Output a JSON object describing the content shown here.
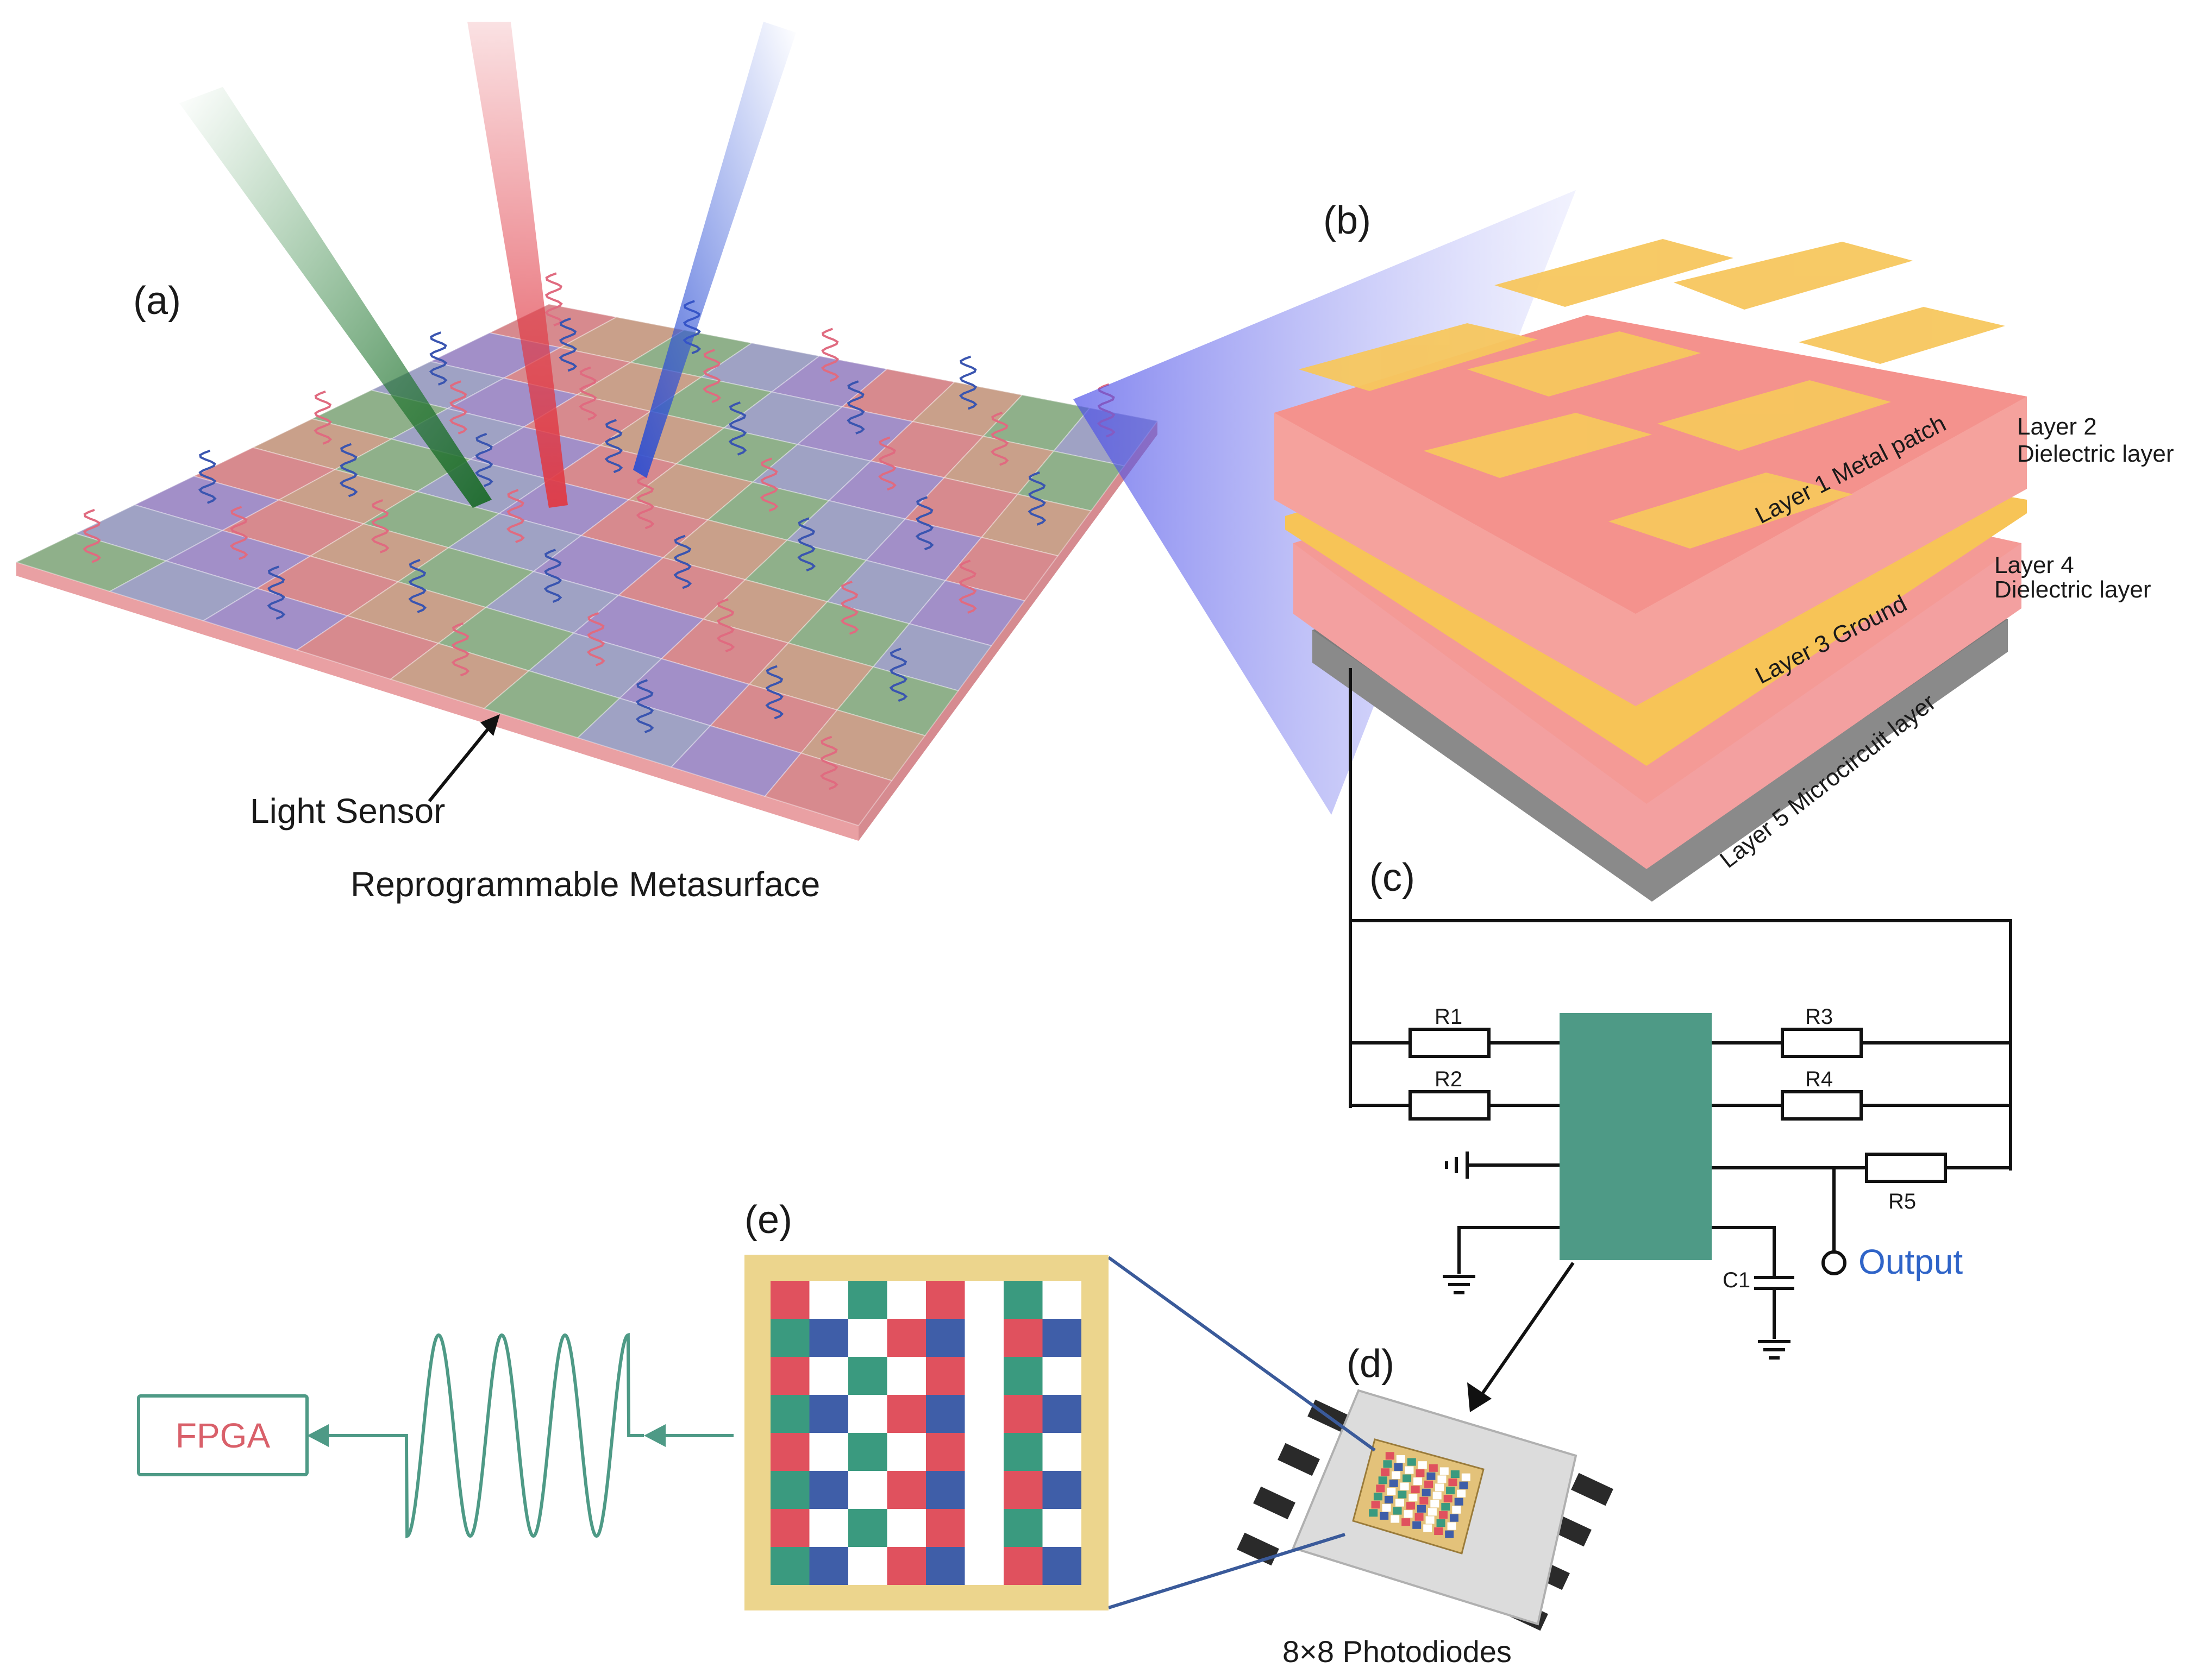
{
  "panels": {
    "a": "(a)",
    "b": "(b)",
    "c": "(c)",
    "d": "(d)",
    "e": "(e)"
  },
  "metasurface": {
    "sensor_label": "Light Sensor",
    "caption": "Reprogrammable Metasurface",
    "beam_colors": [
      "#2e8b3e",
      "#e03a45",
      "#3a5ee0"
    ]
  },
  "layers": {
    "layer1": "Layer 1  Metal patch",
    "layer2_title": "Layer 2",
    "layer2_sub": "Dielectric layer",
    "layer3": "Layer 3  Ground",
    "layer4_title": "Layer 4",
    "layer4_sub": "Dielectric layer",
    "layer5": "Layer 5  Microcircuit layer"
  },
  "circuit": {
    "r1": "R1",
    "r2": "R2",
    "r3": "R3",
    "r4": "R4",
    "r5": "R5",
    "c1": "C1",
    "output": "Output",
    "chip_color": "#4e9a86",
    "output_color": "#2f64c8"
  },
  "photodiode": {
    "caption": "8×8 Photodiodes",
    "grid_pattern": [
      "RWGWRWGW",
      "GBWRBWRB",
      "RWGWRWGW",
      "GBWRBWRB",
      "RWGWRWGW",
      "GBWRBWRB",
      "RWGWRWGW",
      "GBWRBWRB"
    ],
    "colors": {
      "R": "#e0515e",
      "G": "#3a9a7f",
      "B": "#3f5ea8",
      "W": "#ffffff",
      "frame": "#ecd58d"
    }
  },
  "fpga": {
    "label": "FPGA",
    "label_color": "#d9606a",
    "wave_color": "#4e9a86"
  }
}
